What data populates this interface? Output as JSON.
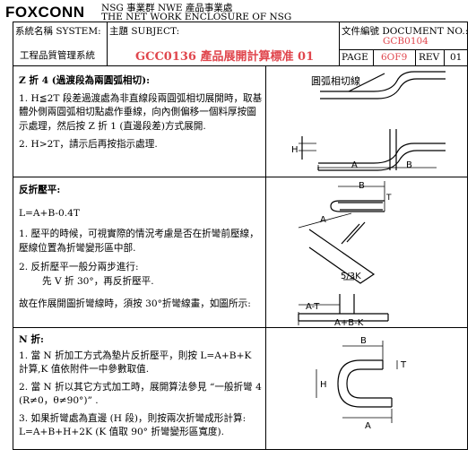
{
  "header": {
    "logo": "FOXCONN",
    "org_line1": "NSG 事業群 NWE 產品事業處",
    "org_line2": "THE NET WORK ENCLOSURE OF NSG",
    "system_label": "系統名稱 SYSTEM:",
    "system_value": "工程品質管理系統",
    "subject_label": "主題 SUBJECT:",
    "subject_value": "GCC0136 產品展開計算標准 01",
    "docno_label": "文件編號 DOCUMENT NO.:",
    "docno_value": "GCB0104",
    "page_label": "PAGE",
    "page_value": "6OF9",
    "rev_label": "REV",
    "rev_value": "01"
  },
  "sections": [
    {
      "title": "Z 折 4 (過渡段為兩圓弧相切):",
      "items": [
        "1. H≦2T 段差過渡處為非直線段兩圓弧相切展開時，取基體外側兩圓弧相切點處作垂線，向內側偏移一個料厚按圖示處理，然后按 Z 折 1 (直邊段差)方式展開.",
        "2. H>2T，請示后再按指示處理."
      ],
      "figure": {
        "label_arc": "圓弧相切線",
        "label_h": "H",
        "label_a": "A",
        "label_b": "B"
      }
    },
    {
      "title": "反折壓平:",
      "formula": "L=A+B-0.4T",
      "items": [
        "1. 壓平的時候，可視實際的情況考慮是否在折彎前壓線，壓線位置為折彎變形區中部.",
        "2. 反折壓平一般分兩步進行:",
        "先 V 折 30°，再反折壓平.",
        "故在作展開圖折彎線時，須按 30°折彎線畫，如圖所示:"
      ],
      "figure": {
        "label_b": "B",
        "label_a": "A",
        "label_t": "T",
        "label_5t": "5/3K",
        "label_at": "A-T",
        "label_abk": "A+B-K"
      }
    },
    {
      "title": "N 折:",
      "items": [
        "1. 當 N 折加工方式為墊片反折壓平，則按 L=A+B+K 計算,K 值依附件一中參數取值.",
        "2. 當 N 折以其它方式加工時，展開算法參見 “一般折彎 4 (R≠0，θ≠90°)” .",
        "3. 如果折彎處為直邊 (H 段)，則按兩次折彎成形計算: L=A+B+H+2K (K 值取 90° 折彎變形區寬度)."
      ],
      "figure": {
        "label_b": "B",
        "label_a": "A",
        "label_t": "T",
        "label_h": "H"
      }
    }
  ]
}
